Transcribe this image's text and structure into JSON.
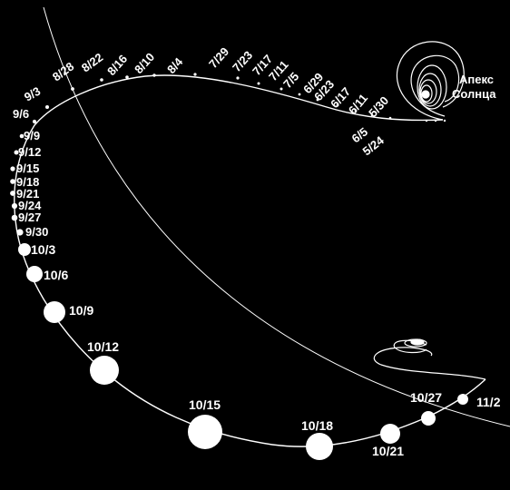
{
  "title": "Апекс Солнца",
  "title_lines": [
    "Апекс",
    "Солнца"
  ],
  "dates_upper": [
    "5/24",
    "5/30",
    "6/5",
    "6/11",
    "6/17",
    "6/23",
    "6/29",
    "7/5",
    "7/11",
    "7/17",
    "7/23",
    "7/29",
    "8/4",
    "8/10",
    "8/16",
    "8/22",
    "8/28",
    "9/3",
    "9/6",
    "9/9",
    "9/12",
    "9/15",
    "9/18",
    "9/21",
    "9/24",
    "9/27",
    "9/30"
  ],
  "dates_lower": [
    "10/3",
    "10/6",
    "10/9",
    "10/12",
    "10/15",
    "10/18",
    "10/21",
    "10/27",
    "11/2"
  ],
  "colors": {
    "background": "#000000",
    "foreground": "#ffffff"
  }
}
